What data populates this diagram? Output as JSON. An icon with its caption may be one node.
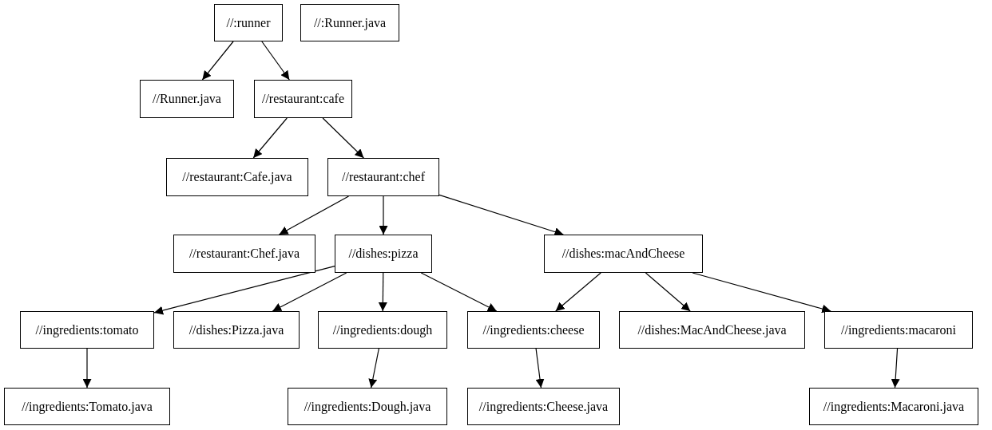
{
  "diagram": {
    "nodes": [
      {
        "text": [
          "//:runner"
        ]
      },
      {
        "text": [
          "//:Runner.java"
        ]
      },
      {
        "text": [
          "//Runner.java"
        ]
      },
      {
        "text": [
          "//restaurant:cafe"
        ]
      },
      {
        "text": [
          "//restaurant:Cafe.java"
        ]
      },
      {
        "text": [
          "//restaurant:chef"
        ]
      },
      {
        "text": [
          "//restaurant:Chef.java"
        ]
      },
      {
        "text": [
          "//dishes:pizza"
        ]
      },
      {
        "text": [
          "//dishes:macAndCheese"
        ]
      },
      {
        "text": [
          "//ingredients:tomato"
        ]
      },
      {
        "text": [
          "//dishes:Pizza.java"
        ]
      },
      {
        "text": [
          "//ingredients:dough"
        ]
      },
      {
        "text": [
          "//ingredients:cheese"
        ]
      },
      {
        "text": [
          "//dishes:MacAndCheese.java"
        ]
      },
      {
        "text": [
          "//ingredients:macaroni"
        ]
      },
      {
        "text": [
          "//ingredients:Tomato.java"
        ]
      },
      {
        "text": [
          "//ingredients:Dough.java"
        ]
      },
      {
        "text": [
          "//ingredients:Cheese.java"
        ]
      },
      {
        "text": [
          "//ingredients:Macaroni.java"
        ]
      }
    ],
    "edges": [
      {
        "from": 0,
        "to": 2,
        "arrow": "to"
      },
      {
        "from": 0,
        "to": 3,
        "arrow": "to"
      },
      {
        "from": 3,
        "to": 4,
        "arrow": "to"
      },
      {
        "from": 3,
        "to": 5,
        "arrow": "to"
      },
      {
        "from": 5,
        "to": 6,
        "arrow": "to"
      },
      {
        "from": 5,
        "to": 7,
        "arrow": "to"
      },
      {
        "from": 5,
        "to": 8,
        "arrow": "to"
      },
      {
        "from": 7,
        "to": 9,
        "arrow": "to"
      },
      {
        "from": 7,
        "to": 10,
        "arrow": "to"
      },
      {
        "from": 7,
        "to": 11,
        "arrow": "to"
      },
      {
        "from": 7,
        "to": 12,
        "arrow": "to"
      },
      {
        "from": 8,
        "to": 12,
        "arrow": "to"
      },
      {
        "from": 8,
        "to": 13,
        "arrow": "to"
      },
      {
        "from": 8,
        "to": 14,
        "arrow": "to"
      },
      {
        "from": 9,
        "to": 15,
        "arrow": "to"
      },
      {
        "from": 11,
        "to": 16,
        "arrow": "to"
      },
      {
        "from": 12,
        "to": 17,
        "arrow": "to"
      },
      {
        "from": 14,
        "to": 18,
        "arrow": "to"
      }
    ]
  }
}
